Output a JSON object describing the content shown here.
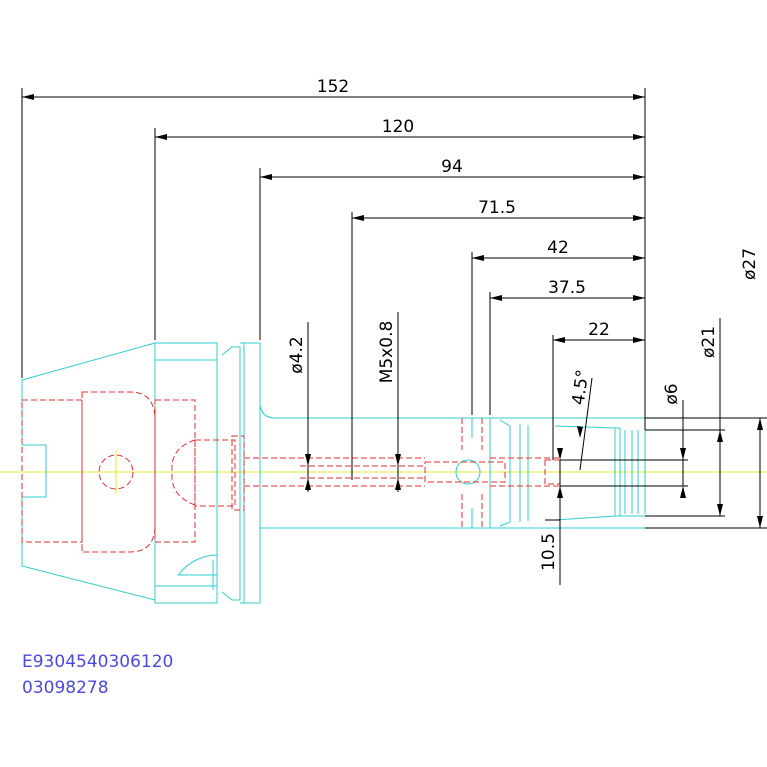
{
  "dimensions": {
    "overall_152": "152",
    "len_120": "120",
    "len_94": "94",
    "len_71_5": "71.5",
    "len_42": "42",
    "len_37_5": "37.5",
    "len_22": "22",
    "dia_4_2": "ø4.2",
    "thread_m5": "M5x0.8",
    "angle_4_5": "4.5°",
    "dia_6": "ø6",
    "dia_21": "ø21",
    "dia_27": "ø27",
    "len_10_5": "10.5"
  },
  "part": {
    "number": "E9304540306120",
    "code": "03098278"
  },
  "colors": {
    "outline": "#33cccc",
    "hidden": "#e03030",
    "centerline": "#e8e830",
    "dimension": "#000000",
    "part_text": "#4a4ae0"
  }
}
